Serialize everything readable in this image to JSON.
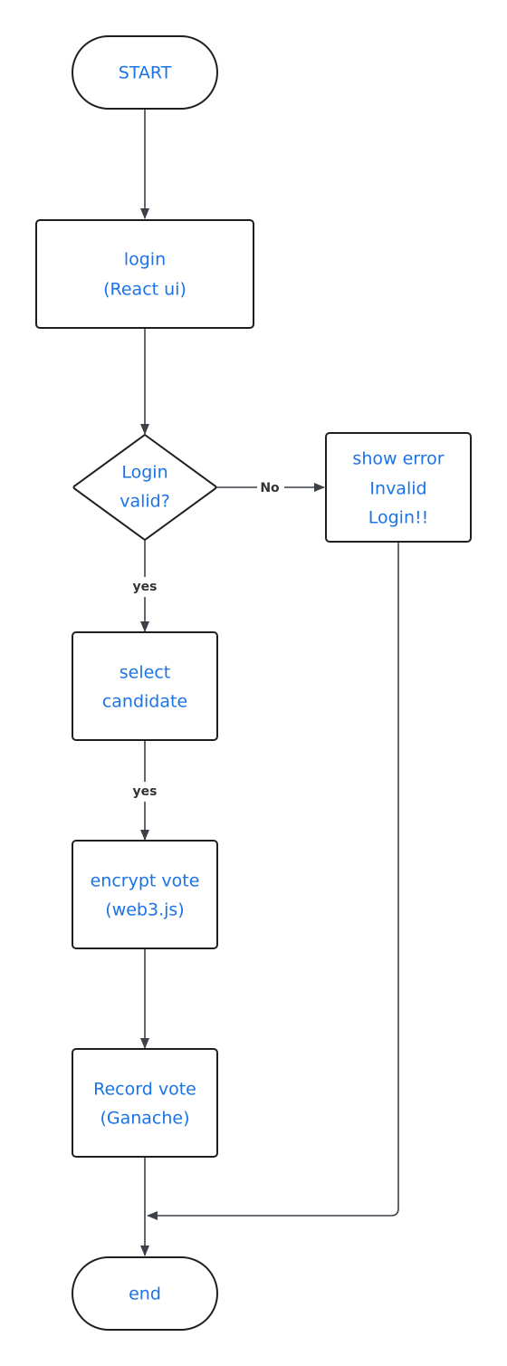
{
  "colors": {
    "node_text": "#1a73e8",
    "stroke": "#1f1f1f",
    "connector": "#3c4048",
    "edge_label": "#333333",
    "background": "#ffffff"
  },
  "nodes": {
    "start": {
      "line1": "START"
    },
    "login": {
      "line1": "login",
      "line2": "(React ui)"
    },
    "login_valid": {
      "line1": "Login",
      "line2": "valid?"
    },
    "show_error": {
      "line1": "show error",
      "line2": "Invalid",
      "line3": "Login!!"
    },
    "select_candidate": {
      "line1": "select",
      "line2": "candidate"
    },
    "encrypt_vote": {
      "line1": "encrypt vote",
      "line2": "(web3.js)"
    },
    "record_vote": {
      "line1": "Record vote",
      "line2": "(Ganache)"
    },
    "end": {
      "line1": "end"
    }
  },
  "edges": {
    "decision_no": {
      "label": "No"
    },
    "decision_yes": {
      "label": "yes"
    },
    "select_yes": {
      "label": "yes"
    }
  }
}
